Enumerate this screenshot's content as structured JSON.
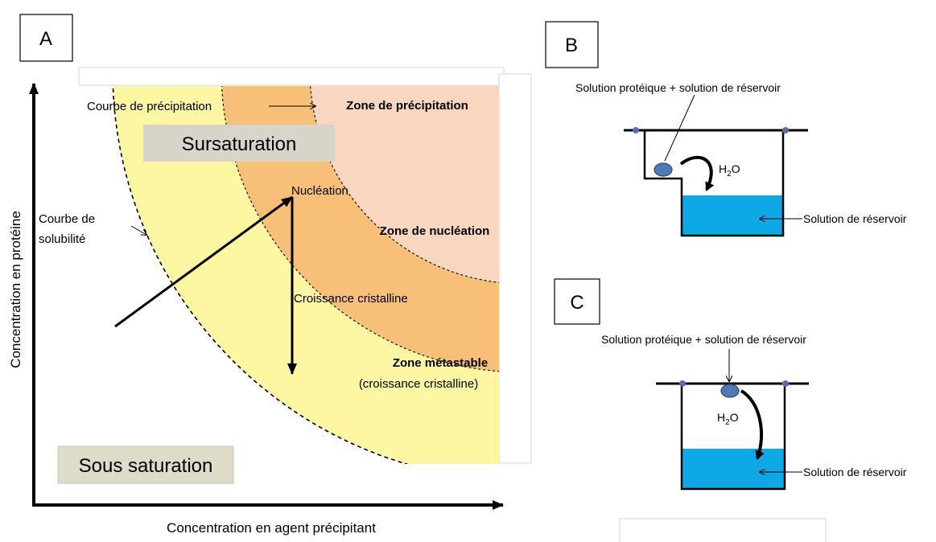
{
  "panel_a": {
    "label": "A",
    "y_axis_label": "Concentration en protéine",
    "x_axis_label": "Concentration en agent précipitant",
    "zones": {
      "precipitation": "Zone de précipitation",
      "nucleation": "Zone de nucléation",
      "metastable": "Zone métastable",
      "metastable_sub": "(croissance cristalline)"
    },
    "curves": {
      "precipitation": "Courbe de précipitation",
      "solubility_line1": "Courbe de",
      "solubility_line2": "solubilité"
    },
    "states": {
      "supersaturation": "Sursaturation",
      "undersaturation": "Sous saturation"
    },
    "points": {
      "nucleation": "Nucléation",
      "crystal_growth": "Croissance cristalline"
    },
    "colors": {
      "metastable_fill": "#fdf6a3",
      "nucleation_fill": "#f7bf77",
      "precipitation_fill": "#f8d6c0",
      "supersaturation_box": "#d7d5c9",
      "undersaturation_box": "#dedbc9"
    }
  },
  "panel_b": {
    "label": "B",
    "drop_label": "Solution  protéique + solution de réservoir",
    "water_prefix": "H",
    "water_sub": "2",
    "water_suffix": "O",
    "reservoir_label": "Solution de réservoir"
  },
  "panel_c": {
    "label": "C",
    "drop_label": "Solution  protéique + solution de réservoir",
    "water_prefix": "H",
    "water_sub": "2",
    "water_suffix": "O",
    "reservoir_label": "Solution de réservoir"
  },
  "colors": {
    "reservoir_water": "#0fa8e6",
    "drop": "#4f7ab6",
    "line": "#000000"
  }
}
